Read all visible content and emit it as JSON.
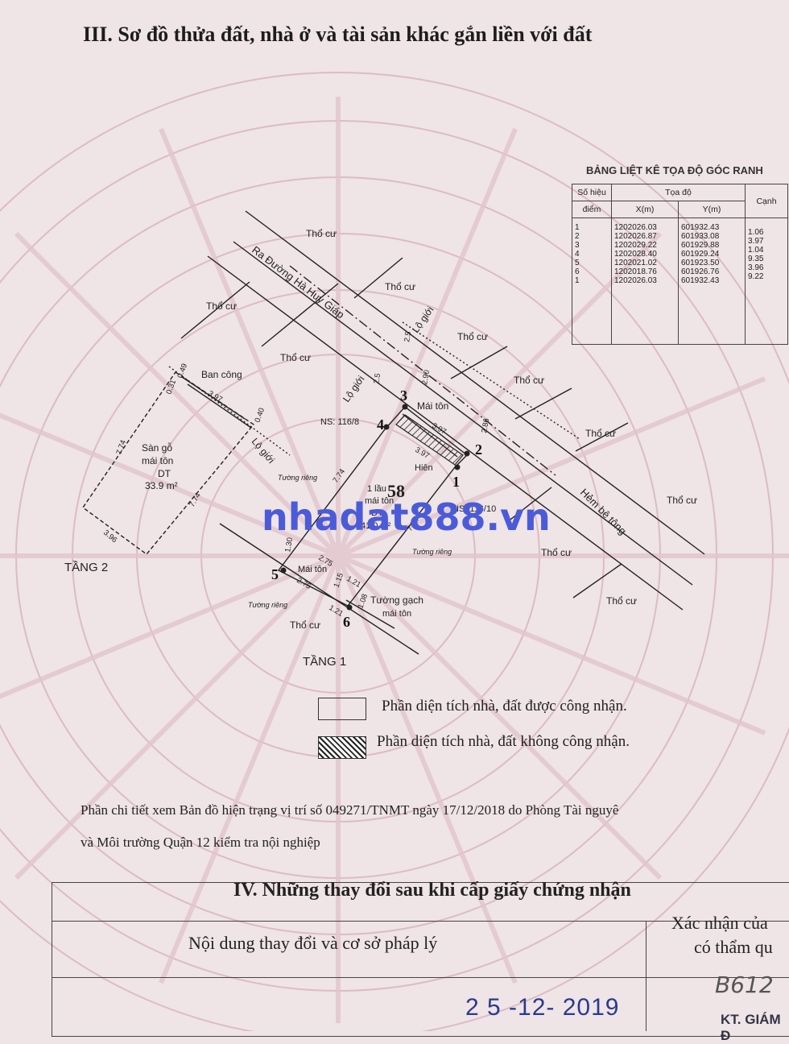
{
  "section3_title": "III. Sơ đồ thửa đất, nhà ở và tài sản khác gắn liền với đất",
  "coord_table": {
    "title": "BẢNG LIỆT KÊ TỌA ĐỘ GÓC RANH",
    "head_so_hieu": "Số hiệu",
    "head_diem": "điểm",
    "head_toa_do": "Tọa độ",
    "head_x": "X(m)",
    "head_y": "Y(m)",
    "head_canh": "Cạnh",
    "rows": [
      {
        "p": "1",
        "x": "1202026.03",
        "y": "601932.43"
      },
      {
        "p": "2",
        "x": "1202026.87",
        "y": "601933.08"
      },
      {
        "p": "3",
        "x": "1202029.22",
        "y": "601929.88"
      },
      {
        "p": "4",
        "x": "1202028.40",
        "y": "601929.24"
      },
      {
        "p": "5",
        "x": "1202021.02",
        "y": "601923.50"
      },
      {
        "p": "6",
        "x": "1202018.76",
        "y": "601926.76"
      },
      {
        "p": "1",
        "x": "1202026.03",
        "y": "601932.43"
      }
    ],
    "edges": [
      "1.06",
      "3.97",
      "1.04",
      "9.35",
      "3.96",
      "9.22"
    ]
  },
  "diagram": {
    "road_label": "Ra Đường Hà Huy Giáp",
    "alley_label": "Hẻm bê tông",
    "tho_cu": "Thổ cư",
    "lo_gioi": "Lộ giới",
    "ban_cong": "Ban công",
    "san_go": "Sàn gỗ",
    "mai_ton": "mái tôn",
    "dt": "DT",
    "area_floor2": "33.9 m²",
    "floor2_label": "TẦNG 2",
    "floor1_label": "TẦNG 1",
    "mai_ton_cap": "Mái tôn",
    "ns_1": "NS: 116/8",
    "ns_2": "NS: 116/10",
    "tuong_rieng": "Tường riêng",
    "tuong_gach": "Tường gạch",
    "hien": "Hiên",
    "lau": "1 lầu",
    "area_floor1": "41.0 m²",
    "lot_number": "58",
    "points": [
      "1",
      "2",
      "3",
      "4",
      "5",
      "6"
    ],
    "dims": [
      "3.97",
      "0.49",
      "0.31",
      "0.40",
      "7.74",
      "3.96",
      "2.5",
      "2.90",
      "2.86",
      "3.97",
      "1.30",
      "2.75",
      "1.15",
      "1.21",
      "1.08",
      "0.40"
    ]
  },
  "legend": {
    "recognized": "Phần diện tích nhà, đất được công nhận.",
    "not_recognized": "Phần diện tích nhà, đất không công nhận."
  },
  "note": {
    "line1": "Phần chi tiết xem Bản đồ hiện trạng vị trí số 049271/TNMT ngày 17/12/2018 do Phòng Tài nguyê",
    "line2": "và Môi trường Quận 12 kiểm tra nội nghiệp"
  },
  "section4": {
    "title": "IV. Những thay đổi sau khi cấp giấy chứng nhận",
    "content_header": "Nội dung thay đổi và cơ sở pháp lý",
    "confirm_header_1": "Xác nhận của",
    "confirm_header_2": "có thẩm qu",
    "date": "2 5 -12- 2019",
    "stamp_text": "KT. GIÁM Đ",
    "handwritten": "B612"
  },
  "watermark": "nhadat888.vn",
  "colors": {
    "paper": "#efe4e6",
    "pattern": "#d9b8c0",
    "watermark": "#4b5bd8",
    "date_ink": "#2a3a8c"
  }
}
